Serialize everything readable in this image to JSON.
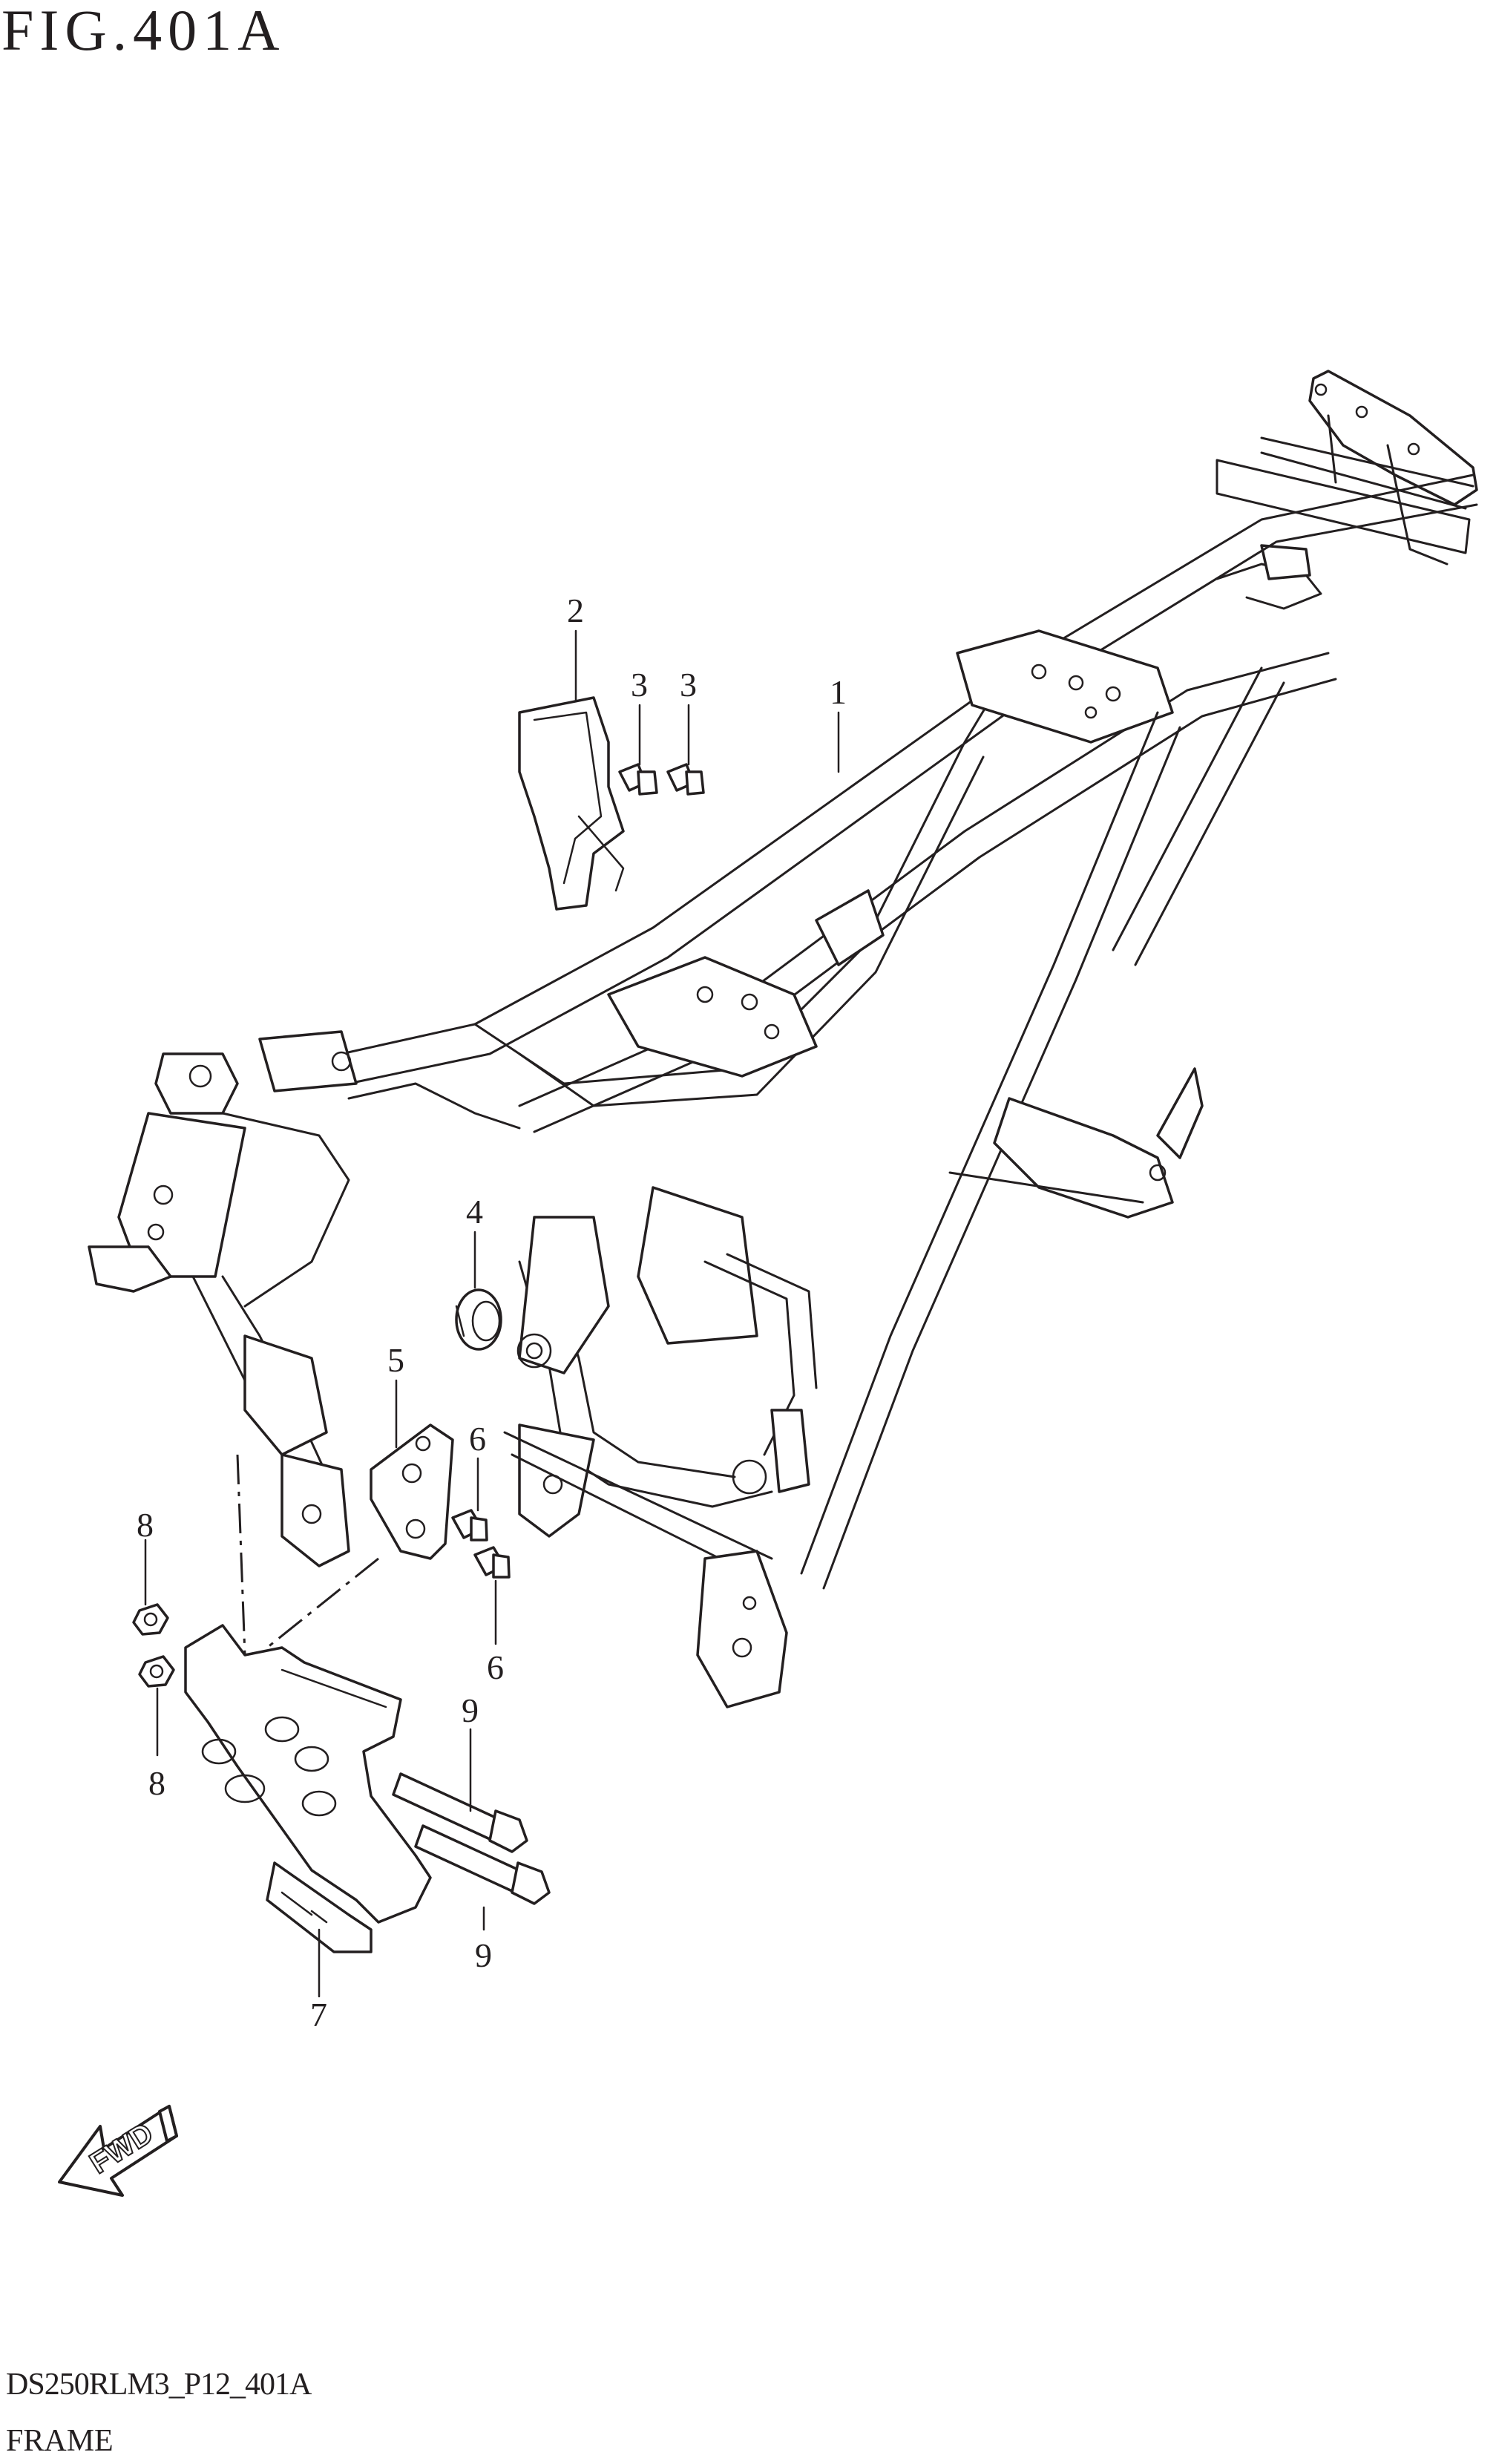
{
  "figure": {
    "title": "FIG.401A",
    "code": "DS250RLM3_P12_401A",
    "name": "FRAME",
    "direction_badge": "FWD"
  },
  "callouts": [
    {
      "id": "callout-1",
      "label": "1"
    },
    {
      "id": "callout-2",
      "label": "2"
    },
    {
      "id": "callout-3a",
      "label": "3"
    },
    {
      "id": "callout-3b",
      "label": "3"
    },
    {
      "id": "callout-4",
      "label": "4"
    },
    {
      "id": "callout-5",
      "label": "5"
    },
    {
      "id": "callout-6a",
      "label": "6"
    },
    {
      "id": "callout-6b",
      "label": "6"
    },
    {
      "id": "callout-7",
      "label": "7"
    },
    {
      "id": "callout-8a",
      "label": "8"
    },
    {
      "id": "callout-8b",
      "label": "8"
    },
    {
      "id": "callout-9a",
      "label": "9"
    },
    {
      "id": "callout-9b",
      "label": "9"
    }
  ],
  "colors": {
    "ink": "#231f20",
    "paper": "#ffffff"
  }
}
